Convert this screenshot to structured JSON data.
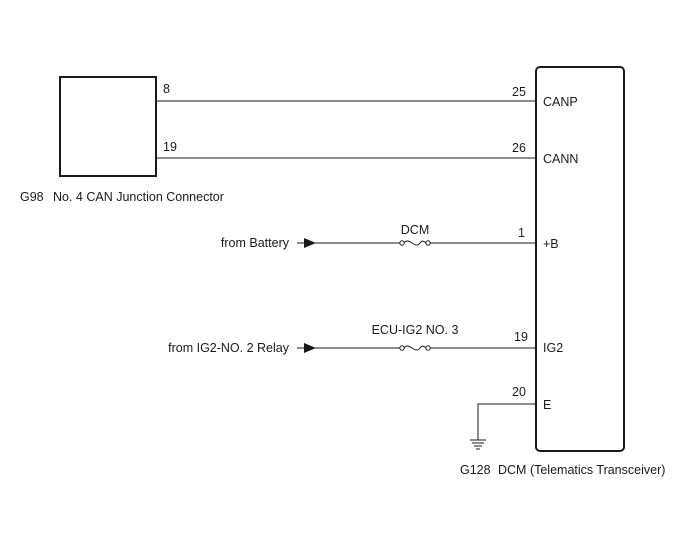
{
  "connector_g98": {
    "code": "G98",
    "name": "No. 4 CAN Junction Connector",
    "pins": [
      "8",
      "19"
    ]
  },
  "dcm": {
    "code": "G128",
    "name": "DCM (Telematics Transceiver)",
    "terminals": [
      {
        "pin": "25",
        "name": "CANP"
      },
      {
        "pin": "26",
        "name": "CANN"
      },
      {
        "pin": "1",
        "name": "+B"
      },
      {
        "pin": "19",
        "name": "IG2"
      },
      {
        "pin": "20",
        "name": "E"
      }
    ]
  },
  "sources": {
    "battery": "from Battery",
    "ig2_relay": "from IG2-NO. 2 Relay"
  },
  "fuses": {
    "dcm": "DCM",
    "ecu_ig2": "ECU-IG2 NO. 3"
  }
}
